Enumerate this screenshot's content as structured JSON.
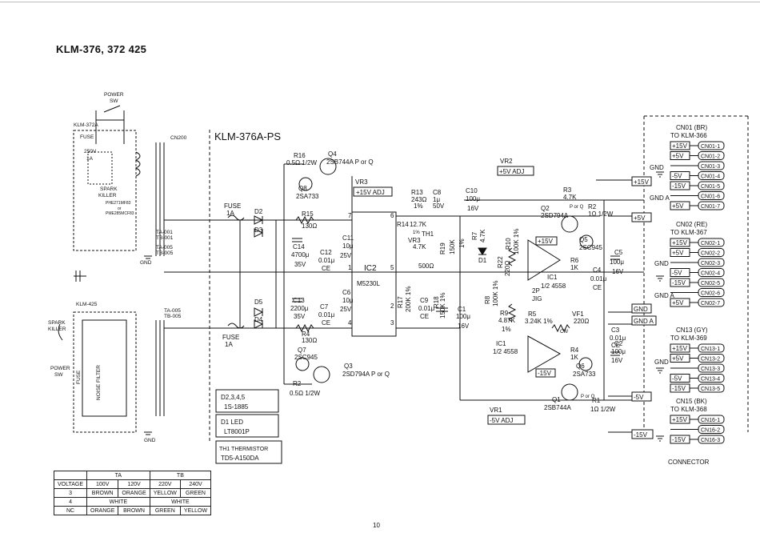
{
  "page_title": "KLM-376, 372  425",
  "page_number": "10",
  "board_title": "KLM-376A-PS",
  "power_section": {
    "power_sw": [
      "POWER",
      "SW"
    ],
    "klm372_tag": "KLM-372A",
    "fuse": "FUSE",
    "fuse_rating": [
      "250V",
      "1A"
    ],
    "spark_killer": [
      "SPARK",
      "KILLER"
    ],
    "spark_parts": [
      "PHE271MF83",
      "or",
      "PME285MCF83"
    ],
    "cn200": "CN200",
    "ta_tb_top": [
      "TA-001",
      "TB-001",
      "TA-005",
      "TB-005"
    ],
    "gnd": "GND",
    "klm425_tag": "KLM-425",
    "spark_killer_2": [
      "SPARK",
      "KILLER"
    ],
    "power_sw_2": [
      "POWER",
      "SW"
    ],
    "fuse_2": "FUSE",
    "noise_filter": "NOISE FILTER",
    "ta_tb_bottom": [
      "TA-005",
      "TB-005"
    ],
    "gnd_2": "GND"
  },
  "rectifier": {
    "fuse_top": [
      "FUSE",
      "1A"
    ],
    "fuse_bottom": [
      "FUSE",
      "1A"
    ],
    "diodes": [
      "D2",
      "D3",
      "D5",
      "D4"
    ],
    "r16": [
      "R16",
      "0.5Ω 1/2W"
    ],
    "q4": [
      "Q4",
      "2SB744A P or Q"
    ],
    "q8": [
      "Q8",
      "2SA733"
    ],
    "r15": [
      "R15",
      "130Ω"
    ],
    "c14": [
      "C14",
      "4700μ",
      "35V"
    ],
    "c12": [
      "C12",
      "0.01μ",
      "CE"
    ],
    "c11": [
      "C11",
      "10μ",
      "25V"
    ],
    "c13": [
      "C13",
      "2200μ",
      "35V"
    ],
    "c7": [
      "C7",
      "0.01μ",
      "CE"
    ],
    "c6": [
      "C6",
      "10μ",
      "25V"
    ],
    "r4": [
      "R4",
      "130Ω"
    ],
    "q7": [
      "Q7",
      "2SC945"
    ],
    "q3": [
      "Q3",
      "2SD794A P or Q"
    ],
    "r2": [
      "R2",
      "0.5Ω 1/2W"
    ]
  },
  "regulator": {
    "vr3": [
      "VR3",
      "+15V ADJ"
    ],
    "ic2": [
      "IC2",
      "M5230L"
    ],
    "pins": [
      "7",
      "6",
      "1",
      "2",
      "3",
      "4",
      "5"
    ],
    "r13": [
      "R13",
      "243Ω",
      "1%"
    ],
    "c8": [
      "C8",
      "1μ",
      "50V"
    ],
    "r14": [
      "R14",
      "12.7K",
      "1%"
    ],
    "vr3_val": [
      "VR3",
      "4.7K"
    ],
    "th1": [
      "TH1",
      "500Ω"
    ],
    "r19": [
      "R19",
      "150K",
      "1%"
    ],
    "r7": [
      "R7",
      "4.7K"
    ],
    "c10": [
      "C10",
      "100μ",
      "16V"
    ],
    "d1": "D1",
    "r17": [
      "R17",
      "200K 1%"
    ],
    "c9": [
      "C9",
      "0.01μ",
      "CE"
    ],
    "r18": [
      "R18",
      "150K 1%"
    ],
    "c1": [
      "C1",
      "100μ",
      "16V"
    ]
  },
  "amplifier": {
    "vr2": [
      "VR2",
      "+5V ADJ"
    ],
    "r3": [
      "R3",
      "4.7K"
    ],
    "q2": [
      "Q2",
      "2SD794A",
      "P or Q"
    ],
    "r2b": [
      "R2",
      "1Ω 1/2W"
    ],
    "q5": [
      "Q5",
      "2SC945"
    ],
    "r6": [
      "R6",
      "1K"
    ],
    "r10": [
      "R10",
      "100K 1%"
    ],
    "plus15": "+15V",
    "ic1a": [
      "IC1",
      "1/2 4558"
    ],
    "r22": [
      "R22",
      "220Ω"
    ],
    "jig": [
      "2P",
      "JIG"
    ],
    "c5": [
      "C5",
      "100μ",
      "16V"
    ],
    "c4": [
      "C4",
      "0.01μ",
      "CE"
    ],
    "r8": [
      "R8",
      "100K 1%"
    ],
    "r9": [
      "R9",
      "4.87K",
      "1%"
    ],
    "r5": [
      "R5",
      "3.24K 1%"
    ],
    "vf1": [
      "VF1",
      "220Ω",
      "CW"
    ],
    "ic1b": [
      "IC1",
      "1/2 4558"
    ],
    "r4b": [
      "R4",
      "1K"
    ],
    "q6": [
      "Q6",
      "2SA733"
    ],
    "minus15": "-15V",
    "c3": [
      "C3",
      "0.01μ",
      "CE"
    ],
    "c2": [
      "C2",
      "100μ",
      "16V"
    ],
    "vr1": [
      "VR1",
      "-5V ADJ"
    ],
    "q1": [
      "Q1",
      "2SB744A",
      "P or Q"
    ],
    "r1": [
      "R1",
      "1Ω 1/2W"
    ]
  },
  "rails": [
    "+15V",
    "+5V",
    "GND",
    "GND A",
    "-5V",
    "-15V"
  ],
  "gnd_labels": [
    "GND",
    "GND A",
    "GND",
    "GND A",
    "GND"
  ],
  "notes": {
    "diodes": [
      "D2,3,4,5",
      "1S-1885"
    ],
    "led": [
      "D1 LED",
      "LT8001P"
    ],
    "thermistor": [
      "TH1 THERMISTOR",
      "TD5-A150DA"
    ]
  },
  "connectors": {
    "title": "CONNECTOR",
    "groups": [
      {
        "name": "CN01 (BR)",
        "dest": "TO KLM-366",
        "pins": [
          {
            "v": "+15V",
            "t": "CN01-1"
          },
          {
            "v": "+5V",
            "t": "CN01-2"
          },
          {
            "v": "",
            "t": "CN01-3"
          },
          {
            "v": "-5V",
            "t": "CN01-4"
          },
          {
            "v": "-15V",
            "t": "CN01-5"
          },
          {
            "v": "",
            "t": "CN01-6"
          },
          {
            "v": "+5V",
            "t": "CN01-7"
          }
        ]
      },
      {
        "name": "CN02 (RE)",
        "dest": "TO KLM-367",
        "pins": [
          {
            "v": "+15V",
            "t": "CN02-1"
          },
          {
            "v": "+5V",
            "t": "CN02-2"
          },
          {
            "v": "",
            "t": "CN02-3"
          },
          {
            "v": "-5V",
            "t": "CN02-4"
          },
          {
            "v": "-15V",
            "t": "CN02-5"
          },
          {
            "v": "",
            "t": "CN02-6"
          },
          {
            "v": "+5V",
            "t": "CN02-7"
          }
        ]
      },
      {
        "name": "CN13 (GY)",
        "dest": "TO KLM-369",
        "pins": [
          {
            "v": "+15V",
            "t": "CN13-1"
          },
          {
            "v": "+5V",
            "t": "CN13-2"
          },
          {
            "v": "",
            "t": "CN13-3"
          },
          {
            "v": "-5V",
            "t": "CN13-4"
          },
          {
            "v": "-15V",
            "t": "CN13-5"
          }
        ]
      },
      {
        "name": "CN15 (BK)",
        "dest": "TO KLM-368",
        "pins": [
          {
            "v": "+15V",
            "t": "CN16-1"
          },
          {
            "v": "",
            "t": "CN16-2"
          },
          {
            "v": "-15V",
            "t": "CN16-3"
          }
        ]
      }
    ]
  },
  "voltage_table": {
    "header": [
      "",
      "TA",
      "TB"
    ],
    "subheader": [
      "VOLTAGE",
      "100V",
      "120V",
      "220V",
      "240V"
    ],
    "rows": [
      [
        "3",
        "BROWN",
        "ORANGE",
        "YELLOW",
        "GREEN"
      ],
      [
        "4",
        "WHITE",
        "WHITE"
      ],
      [
        "NC",
        "ORANGE",
        "BROWN",
        "GREEN",
        "YELLOW"
      ]
    ]
  }
}
